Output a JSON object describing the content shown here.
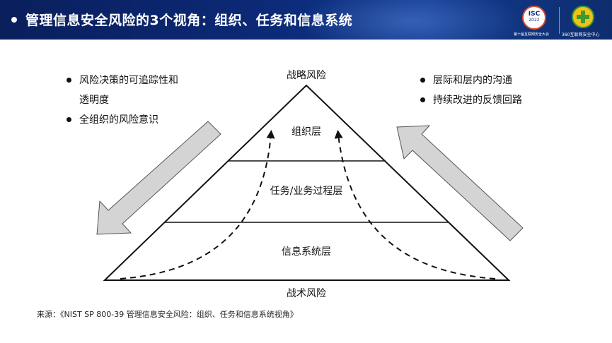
{
  "header": {
    "title": "管理信息安全风险的3个视角：组织、任务和信息系统",
    "logo_isc": {
      "main": "ISC",
      "year": "2022",
      "caption": "第十届互联网安全大会"
    },
    "logo_360": {
      "caption": "360互联网安全中心"
    }
  },
  "diagram": {
    "top_label": "战略风险",
    "bottom_label": "战术风险",
    "levels": [
      "组织层",
      "任务/业务过程层",
      "信息系统层"
    ]
  },
  "left_bullets": [
    {
      "line1": "风险决策的可追踪性和",
      "line2": "透明度"
    },
    {
      "line1": "全组织的风险意识",
      "line2": ""
    }
  ],
  "right_bullets": [
    {
      "line1": "层际和层内的沟通",
      "line2": ""
    },
    {
      "line1": "持续改进的反馈回路",
      "line2": ""
    }
  ],
  "source": "来源：《NIST SP 800-39  管理信息安全风险：组织、任务和信息系统视角》",
  "colors": {
    "header_bg": "#0c2a78",
    "arrow_fill": "#d4d4d4",
    "line": "#111111"
  }
}
